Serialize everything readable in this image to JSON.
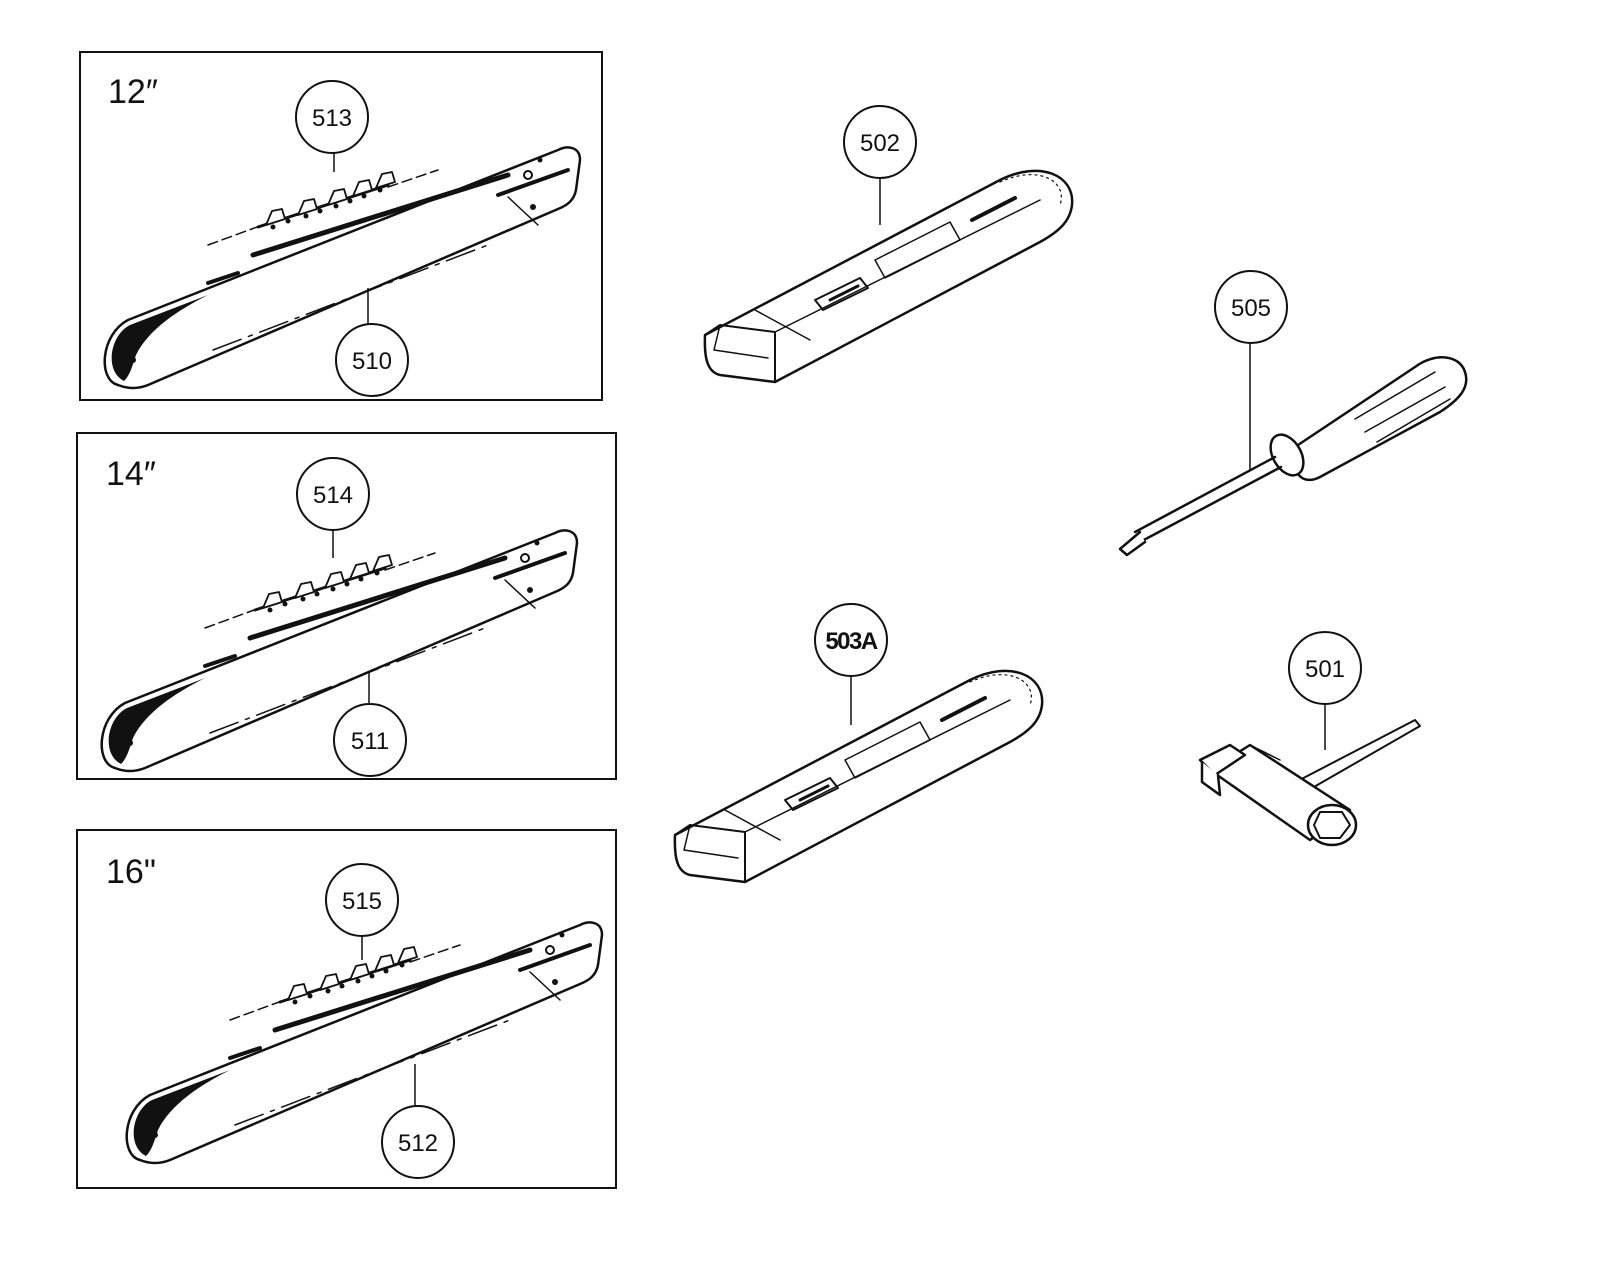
{
  "panels": [
    {
      "size_label": "12″",
      "chain_part": "513",
      "bar_part": "510"
    },
    {
      "size_label": "14″",
      "chain_part": "514",
      "bar_part": "511"
    },
    {
      "size_label": "16\"",
      "chain_part": "515",
      "bar_part": "512"
    }
  ],
  "accessories": {
    "scabbard_a": "502",
    "scabbard_b": "503A",
    "screwdriver": "505",
    "combination_wrench": "501"
  }
}
